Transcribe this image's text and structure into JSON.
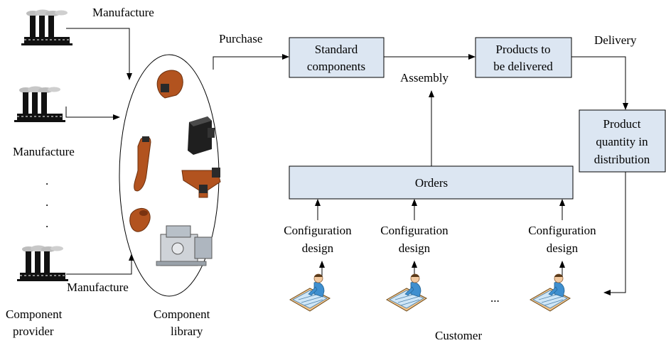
{
  "left": {
    "factory_top_label": "Manufacture",
    "factory_mid_label": "Manufacture",
    "factory_bottom_label": "Manufacture",
    "dots": ".",
    "provider_label": [
      "Component",
      "provider"
    ]
  },
  "library": {
    "label": [
      "Component",
      "library"
    ]
  },
  "flow": {
    "purchase": "Purchase",
    "standard_components": [
      "Standard",
      "components"
    ],
    "assembly": "Assembly",
    "products_to_deliver": [
      "Products to",
      "be delivered"
    ],
    "delivery": "Delivery",
    "product_quantity": [
      "Product",
      "quantity in",
      "distribution"
    ],
    "orders": "Orders"
  },
  "customers": {
    "config_label": [
      "Configuration",
      "design"
    ],
    "ellipsis": "...",
    "customer_label": "Customer"
  },
  "colors": {
    "box_fill": "#dce6f2",
    "part_orange": "#b2531f",
    "part_dark": "#2a2a2a",
    "factory": "#111111"
  }
}
